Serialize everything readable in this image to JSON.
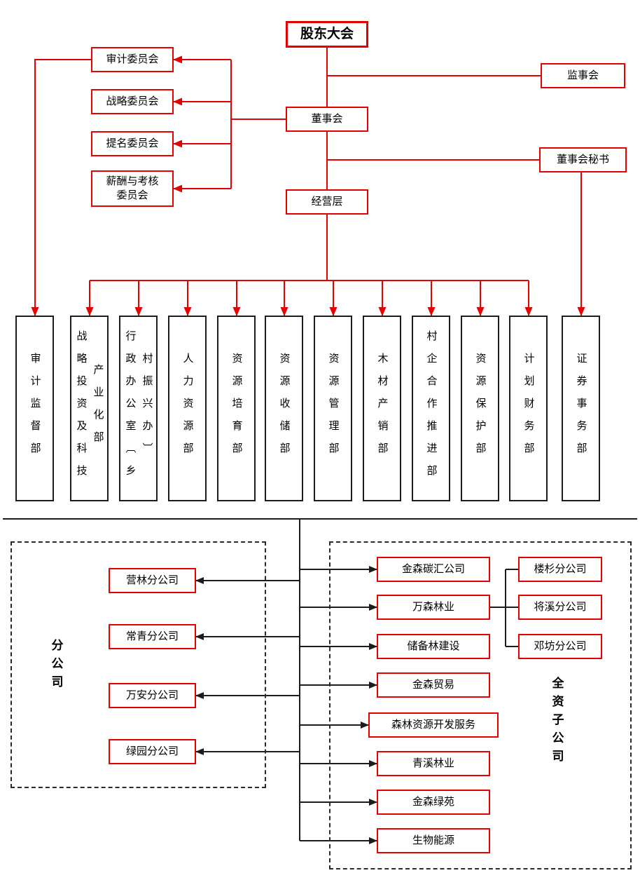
{
  "colors": {
    "accent_red": "#e60000",
    "line_black": "#1c1c1c"
  },
  "governance": {
    "shareholders_meeting": "股东大会",
    "supervisory_board": "监事会",
    "board_of_directors": "董事会",
    "board_secretary": "董事会秘书",
    "management_level": "经营层",
    "committees": [
      "审计委员会",
      "战略委员会",
      "提名委员会",
      "薪酬与考核\n委员会"
    ]
  },
  "departments": [
    "审计监督部",
    "战略投资及科技产业化部",
    "行政办公室〔乡村振兴办〕",
    "人力资源部",
    "资源培育部",
    "资源收储部",
    "资源管理部",
    "木材产销部",
    "村企合作推进部",
    "资源保护部",
    "计划财务部",
    "证券事务部"
  ],
  "branch_companies": {
    "group_label": "分公司",
    "items": [
      "营林分公司",
      "常青分公司",
      "万安分公司",
      "绿园分公司"
    ]
  },
  "subsidiaries": {
    "group_label": "全资子公司",
    "items": [
      "金森碳汇公司",
      "万森林业",
      "储备林建设",
      "金森贸易",
      "森林资源开发服务",
      "青溪林业",
      "金森绿苑",
      "生物能源"
    ],
    "wansen_branches": [
      "楼杉分公司",
      "将溪分公司",
      "邓坊分公司"
    ]
  }
}
